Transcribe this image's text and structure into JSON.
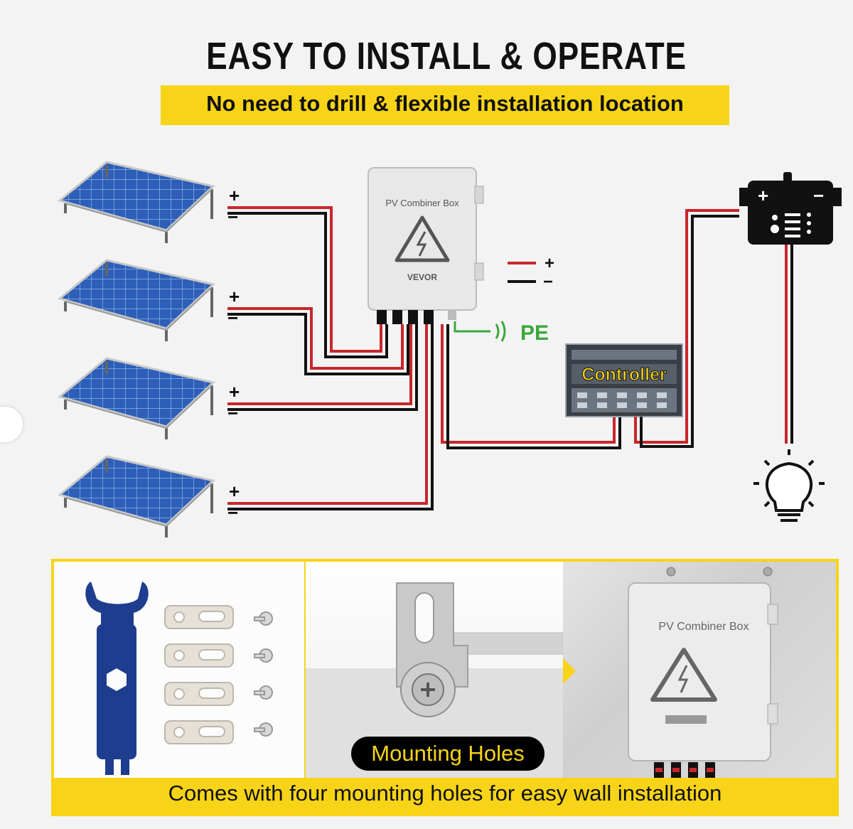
{
  "header": {
    "title": "EASY TO INSTALL & OPERATE",
    "subtitle": "No need to drill & flexible installation location"
  },
  "diagram": {
    "combiner_box": {
      "label": "PV Combiner Box",
      "brand": "VEVOR"
    },
    "polarity_plus": "+",
    "polarity_minus": "−",
    "legend_plus": "+",
    "legend_minus": "−",
    "pe_label": "PE",
    "controller_label": "Controller",
    "battery_plus": "+",
    "battery_minus": "−"
  },
  "colors": {
    "accent_yellow": "#f7d417",
    "wire_red": "#c8262c",
    "wire_black": "#111111",
    "ground_green": "#3aa83a",
    "panel_blue": "#2d5fb8"
  },
  "bottom": {
    "mounting_label": "Mounting Holes",
    "box_label": "PV Combiner Box",
    "caption": "Comes with four mounting holes for easy wall installation"
  }
}
